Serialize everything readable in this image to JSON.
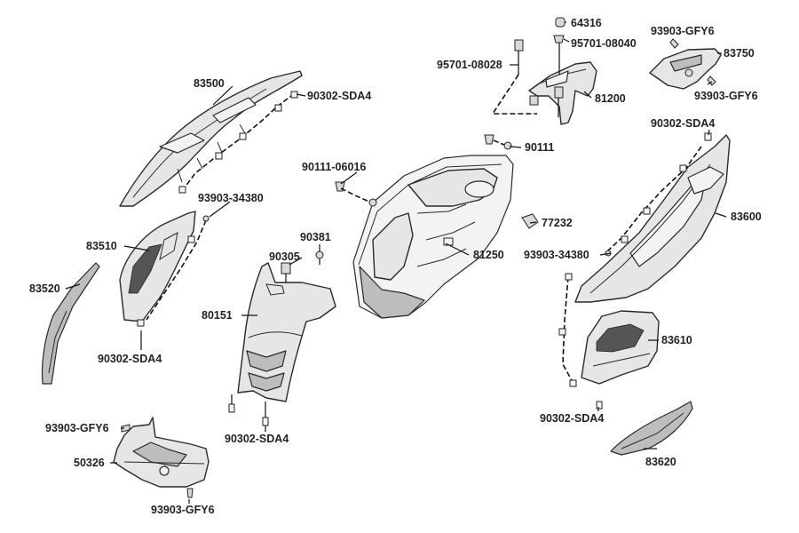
{
  "diagram": {
    "labels": {
      "p64316": "64316",
      "p93903_gfy6_top": "93903-GFY6",
      "p95701_08040": "95701-08040",
      "p95701_08028": "95701-08028",
      "p83750": "83750",
      "p83500": "83500",
      "p90302_sda4_top": "90302-SDA4",
      "p93903_gfy6_right": "93903-GFY6",
      "p81200": "81200",
      "p90302_sda4_right": "90302-SDA4",
      "p90111": "90111",
      "p90111_06016": "90111-06016",
      "p93903_34380_left": "93903-34380",
      "p77232": "77232",
      "p83600": "83600",
      "p83510": "83510",
      "p90381": "90381",
      "p90305": "90305",
      "p81250": "81250",
      "p93903_34380_right": "93903-34380",
      "p83520": "83520",
      "p80151": "80151",
      "p83610": "83610",
      "p90302_sda4_left": "90302-SDA4",
      "p93903_gfy6_left": "93903-GFY6",
      "p90302_sda4_bottom_right": "90302-SDA4",
      "p90302_sda4_center": "90302-SDA4",
      "p50326": "50326",
      "p83620": "83620",
      "p93903_gfy6_bottom": "93903-GFY6"
    }
  }
}
